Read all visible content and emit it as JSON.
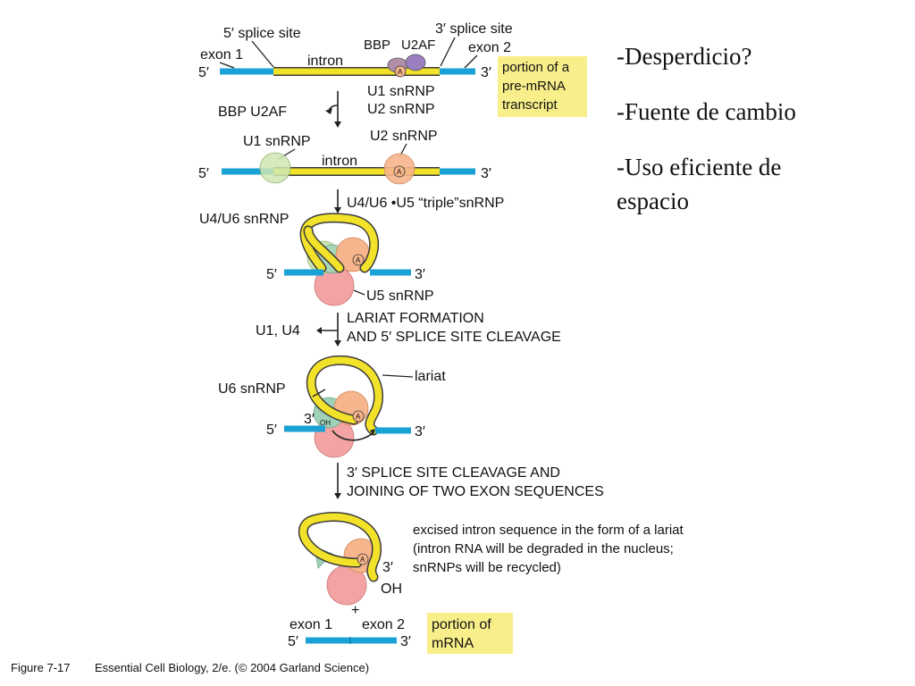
{
  "labels": {
    "five_splice_site": "5′ splice site",
    "three_splice_site": "3′ splice site",
    "exon1": "exon 1",
    "exon2": "exon 2",
    "intron": "intron",
    "bbp": "BBP",
    "u2af": "U2AF",
    "five_prime": "5′",
    "three_prime": "3′",
    "a": "A",
    "oh_small": "OH",
    "oh": "OH",
    "plus": "+",
    "u1_snrnp": "U1 snRNP",
    "u2_snrnp": "U2 snRNP",
    "u4u6_snrnp": "U4/U6 snRNP",
    "u5_snrnp": "U5 snRNP",
    "u6_snrnp": "U6 snRNP",
    "lariat": "lariat",
    "u1_u4": "U1, U4"
  },
  "boxes": {
    "pre_mrna": [
      "portion of a",
      "pre-mRNA",
      "transcript"
    ],
    "mrna": [
      "portion of",
      "mRNA"
    ]
  },
  "steps": {
    "step1": [
      "U1 snRNP",
      "U2 snRNP"
    ],
    "step1_out": "BBP   U2AF",
    "step2": "U4/U6 •U5 “triple”snRNP",
    "step3": [
      "LARIAT FORMATION",
      "AND 5′ SPLICE SITE CLEAVAGE"
    ],
    "step4": [
      "3′ SPLICE SITE CLEAVAGE AND",
      "JOINING OF TWO EXON SEQUENCES"
    ]
  },
  "excised_note": [
    "excised intron sequence in the form of a lariat",
    "(intron RNA will be degraded in the nucleus;",
    "snRNPs will be recycled)"
  ],
  "caption": {
    "figure": "Figure 7-17",
    "source": "Essential Cell Biology, 2/e. (© 2004 Garland Science)"
  },
  "side_list": [
    "-Desperdicio?",
    "-Fuente de cambio",
    "-Uso eficiente de",
    "espacio"
  ],
  "colors": {
    "exon": "#1aa1d6",
    "intron": "#f3e22a",
    "u1": "#cfe6b3",
    "u2": "#f6b58c",
    "u5": "#f3a3a3",
    "u6": "#9fd1b9",
    "bbp": "#b08ea8",
    "u2af": "#9b7fc0",
    "highlight_box": "#f8ee8a"
  }
}
